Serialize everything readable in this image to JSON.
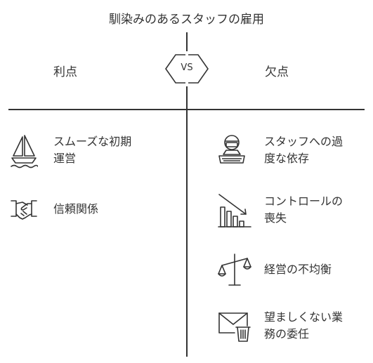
{
  "title": "馴染みのあるスタッフの雇用",
  "vs": "VS",
  "left": {
    "heading": "利点",
    "items": [
      {
        "line1": "スムーズな初期",
        "line2": "運営",
        "icon": "sailboat-icon"
      },
      {
        "line1": "信頼関係",
        "line2": "",
        "icon": "handshake-icon"
      }
    ]
  },
  "right": {
    "heading": "欠点",
    "items": [
      {
        "line1": "スタッフへの過",
        "line2": "度な依存",
        "icon": "person-staff-icon"
      },
      {
        "line1": "コントロールの",
        "line2": "喪失",
        "icon": "declining-chart-icon"
      },
      {
        "line1": "経営の不均衡",
        "line2": "",
        "icon": "balance-scale-icon"
      },
      {
        "line1": "望ましくない業",
        "line2": "務の委任",
        "icon": "envelope-trash-icon"
      }
    ]
  }
}
